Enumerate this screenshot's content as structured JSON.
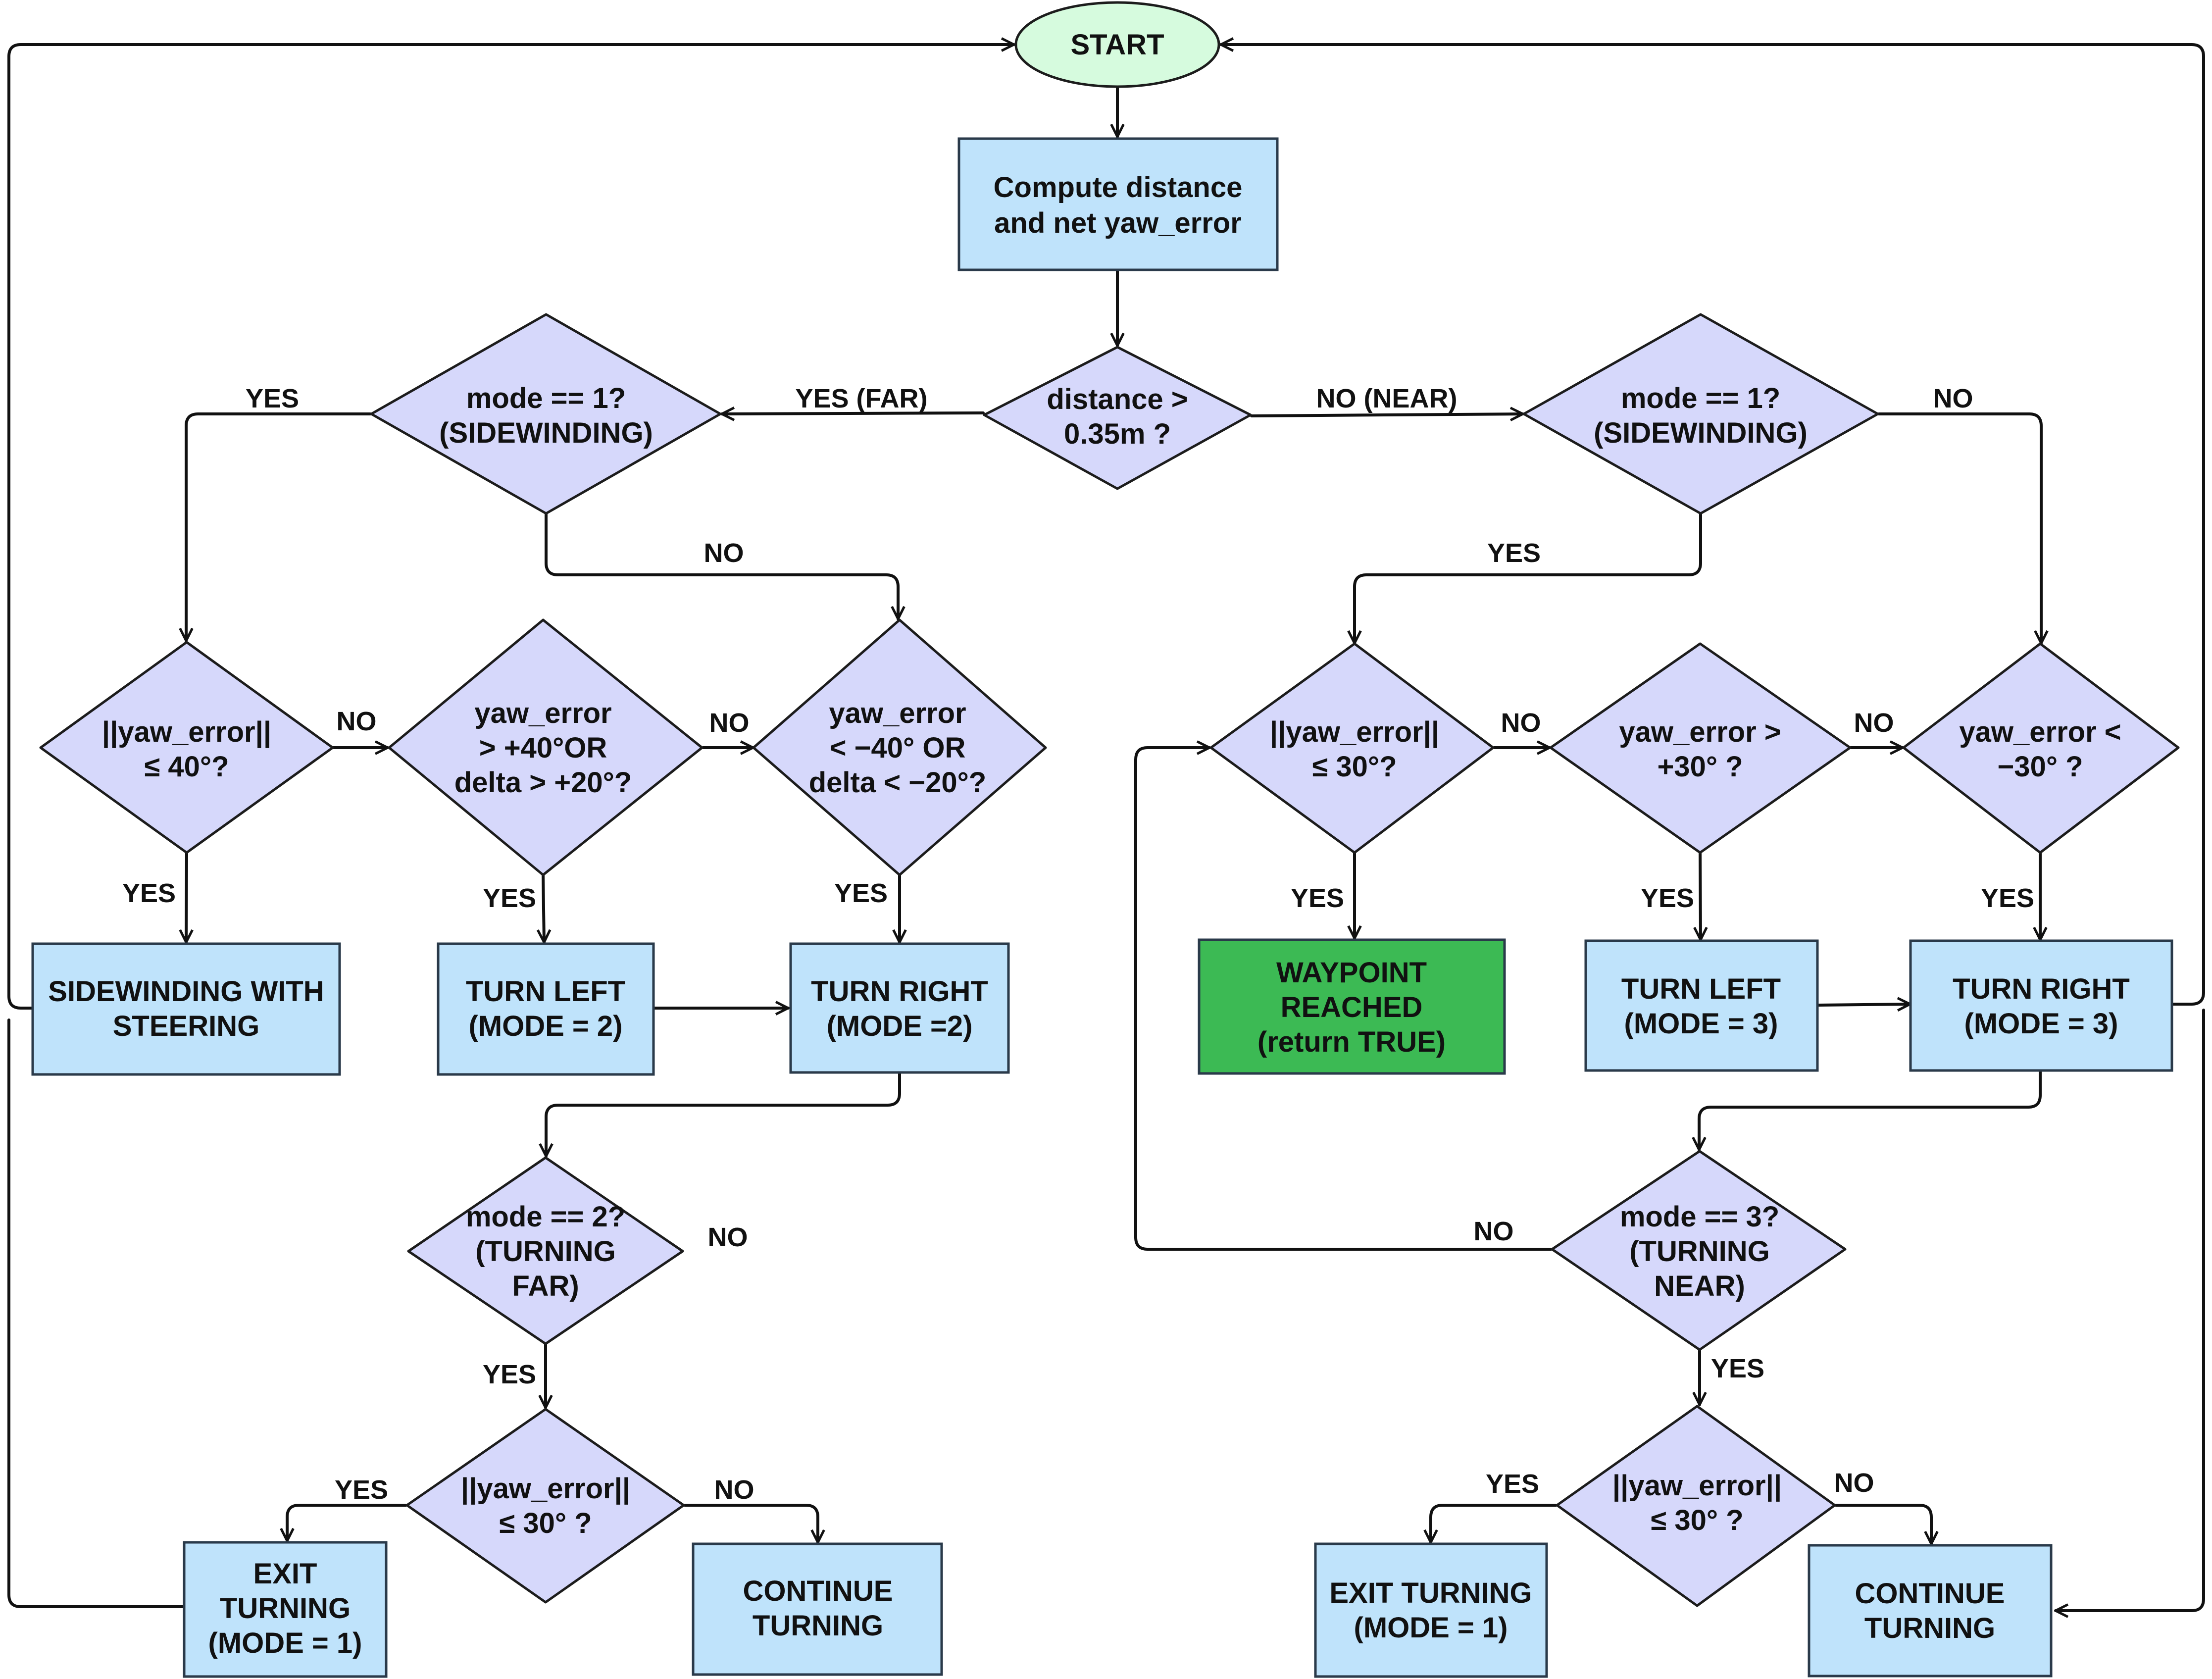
{
  "nodes": {
    "start": "START",
    "compute": [
      "Compute distance",
      "and net yaw_error"
    ],
    "distance_check": [
      "distance >",
      "0.35m ?"
    ],
    "mode1_far": [
      "mode == 1?",
      "(SIDEWINDING)"
    ],
    "mode1_near": [
      "mode == 1?",
      "(SIDEWINDING)"
    ],
    "abs_yaw_40": [
      "||yaw_error||",
      "≤ 40°?"
    ],
    "yaw_pos40": [
      "yaw_error",
      "> +40°OR",
      "delta > +20°?"
    ],
    "yaw_neg40": [
      "yaw_error",
      "< −40° OR",
      "delta < −20°?"
    ],
    "abs_yaw_30_near": [
      "||yaw_error||",
      "≤ 30°?"
    ],
    "yaw_pos30": [
      "yaw_error >",
      "+30° ?"
    ],
    "yaw_neg30": [
      "yaw_error <",
      "−30° ?"
    ],
    "sidewinding_steer": [
      "SIDEWINDING WITH",
      "STEERING"
    ],
    "turn_left_2": [
      "TURN LEFT",
      "(MODE = 2)"
    ],
    "turn_right_2": [
      "TURN RIGHT",
      "(MODE =2)"
    ],
    "waypoint": [
      "WAYPOINT",
      "REACHED",
      "(return TRUE)"
    ],
    "turn_left_3": [
      "TURN LEFT",
      "(MODE = 3)"
    ],
    "turn_right_3": [
      "TURN RIGHT",
      "(MODE = 3)"
    ],
    "mode2_check": [
      "mode == 2?",
      "(TURNING",
      "FAR)"
    ],
    "mode3_check": [
      "mode == 3?",
      "(TURNING",
      "NEAR)"
    ],
    "abs_yaw_30_far": [
      "||yaw_error||",
      "≤ 30° ?"
    ],
    "abs_yaw_30_near2": [
      "||yaw_error||",
      "≤ 30° ?"
    ],
    "exit_far": [
      "EXIT",
      "TURNING",
      "(MODE = 1)"
    ],
    "continue_far": [
      "CONTINUE",
      "TURNING"
    ],
    "exit_near": [
      "EXIT TURNING",
      "(MODE = 1)"
    ],
    "continue_near": [
      "CONTINUE",
      "TURNING"
    ]
  },
  "edge_labels": {
    "yes_far": "YES (FAR)",
    "no_near": "NO (NEAR)",
    "m1far_yes": "YES",
    "m1far_no": "NO",
    "m1near_no": "NO",
    "m1near_yes": "YES",
    "abs40_no": "NO",
    "pos40_no": "NO",
    "abs40_yes": "YES",
    "pos40_yes": "YES",
    "neg40_yes": "YES",
    "abs30n_no": "NO",
    "pos30_no": "NO",
    "abs30n_yes": "YES",
    "pos30_yes": "YES",
    "neg30_yes": "YES",
    "m2_no": "NO",
    "m2_yes": "YES",
    "m3_no": "NO",
    "m3_yes": "YES",
    "far30_yes": "YES",
    "far30_no": "NO",
    "near30_yes": "YES",
    "near30_no": "NO"
  },
  "colors": {
    "process": "#bfe3fb",
    "decision": "#d6d8fb",
    "terminal": "#d6fbde",
    "success": "#3cba54"
  }
}
